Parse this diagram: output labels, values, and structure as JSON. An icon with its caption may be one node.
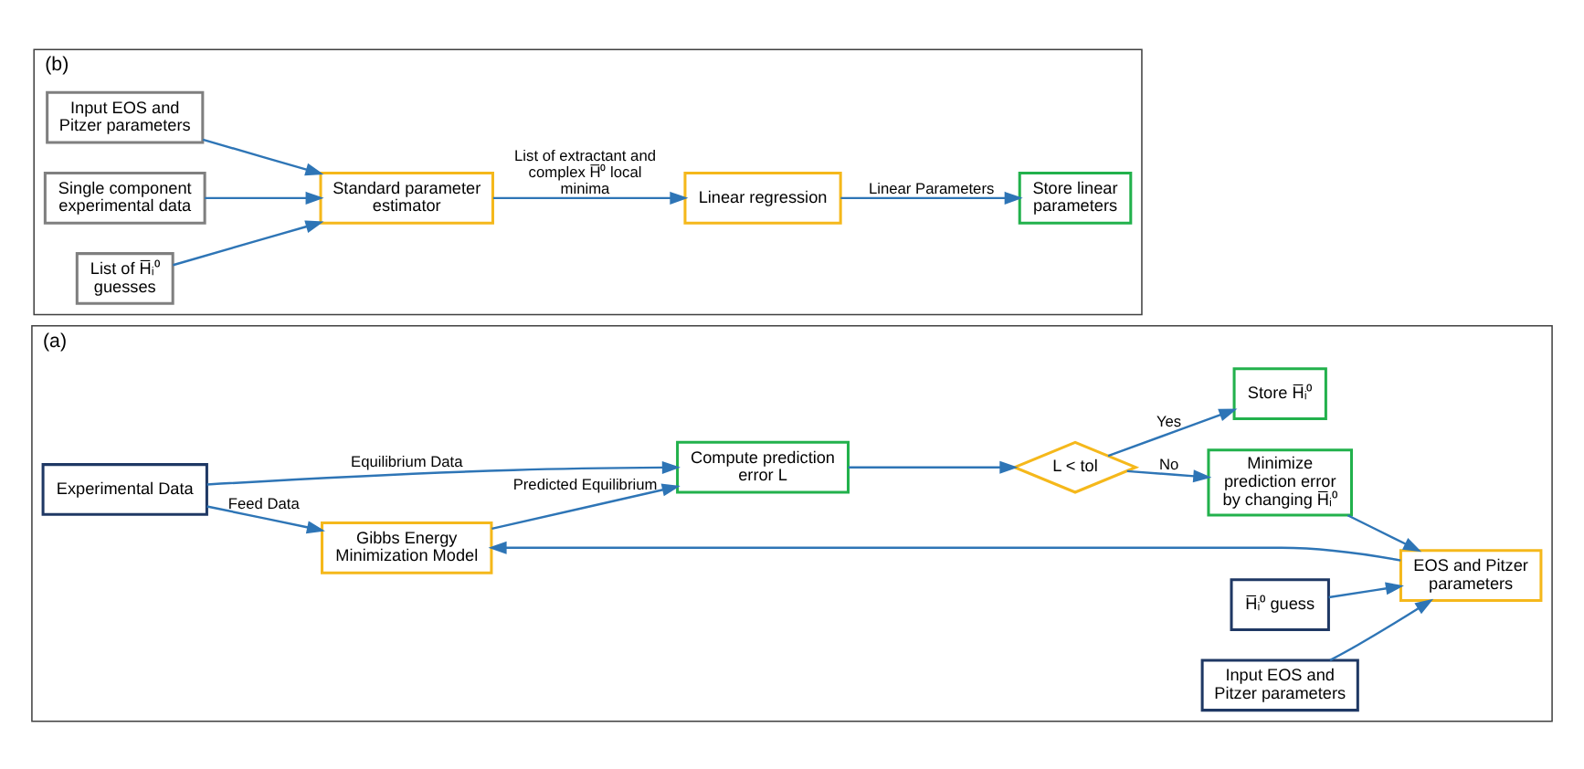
{
  "diagram": {
    "nodes": [
      {
        "text": [
          "(a)"
        ]
      },
      {
        "text": [
          "Experimental Data"
        ],
        "in": 0
      },
      {
        "text": [
          "Gibbs Energy Minimization Model"
        ],
        "in": 0
      },
      {
        "text": [
          "Compute prediction error L"
        ],
        "in": 0
      },
      {
        "text": [
          "L < tol"
        ],
        "in": 0
      },
      {
        "text": [
          "Store H̅ᵢ⁰"
        ],
        "in": 0
      },
      {
        "text": [
          "H̅ᵢ⁰ guess"
        ],
        "in": 0
      },
      {
        "text": [
          "EOS and Pitzer parameters"
        ],
        "in": 0
      },
      {
        "text": [
          "Minimize prediction error by changing H̅ᵢ⁰"
        ],
        "in": 0
      },
      {
        "text": [
          "Input EOS and Pitzer parameters"
        ],
        "in": 0
      },
      {
        "text": [
          "(b)"
        ]
      },
      {
        "text": [
          "Input EOS and Pitzer parameters"
        ],
        "in": 10
      },
      {
        "text": [
          "Single component experimental data"
        ],
        "in": 10
      },
      {
        "text": [
          "List of H̅ᵢ⁰ guesses"
        ],
        "in": 10
      },
      {
        "text": [
          "Standard parameter estimator"
        ],
        "in": 10
      },
      {
        "text": [
          "Linear regression"
        ],
        "in": 10
      },
      {
        "text": [
          "Store linear parameters"
        ],
        "in": 10
      }
    ],
    "edges": [
      {
        "from": 1,
        "to": 2,
        "arrow": "to",
        "label": "Feed Data"
      },
      {
        "from": 1,
        "to": 3,
        "arrow": "to",
        "label": "Equilibrium Data"
      },
      {
        "from": 2,
        "to": 3,
        "arrow": "to",
        "label": "Predicted Equilibrium"
      },
      {
        "from": 3,
        "to": 4,
        "arrow": "to"
      },
      {
        "from": 4,
        "to": 5,
        "arrow": "to",
        "label": "Yes"
      },
      {
        "from": 4,
        "to": 8,
        "arrow": "to",
        "label": "No"
      },
      {
        "from": 8,
        "to": 7,
        "arrow": "to"
      },
      {
        "from": 7,
        "to": 2,
        "arrow": "to"
      },
      {
        "from": 6,
        "to": 7,
        "arrow": "to"
      },
      {
        "from": 9,
        "to": 7,
        "arrow": "to"
      },
      {
        "from": 11,
        "to": 14,
        "arrow": "to"
      },
      {
        "from": 12,
        "to": 14,
        "arrow": "to"
      },
      {
        "from": 13,
        "to": 14,
        "arrow": "to"
      },
      {
        "from": 14,
        "to": 15,
        "arrow": "to",
        "label": "List of extractant and complex H̅⁰ local minima"
      },
      {
        "from": 15,
        "to": 16,
        "arrow": "to",
        "label": "Linear Parameters"
      }
    ]
  }
}
